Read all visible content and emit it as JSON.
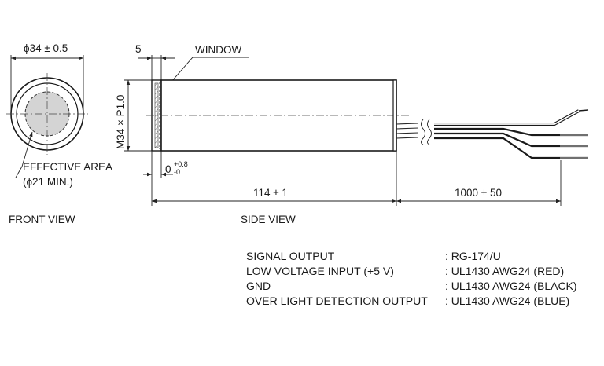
{
  "front_view": {
    "diameter_label": "ϕ34 ± 0.5",
    "effective_area_label": "EFFECTIVE AREA",
    "effective_area_min": "(ϕ21 MIN.)",
    "caption": "FRONT VIEW"
  },
  "side_view": {
    "flange_width": "5",
    "window_label": "WINDOW",
    "thread_label": "M34 × P1.0",
    "tolerance_base": "0",
    "tolerance_upper": "+0.8",
    "tolerance_lower": "-0",
    "length_label": "114 ± 1",
    "cable_length_label": "1000 ± 50",
    "caption": "SIDE VIEW"
  },
  "cable_table": {
    "rows": [
      {
        "signal": "SIGNAL OUTPUT",
        "cable": ": RG-174/U"
      },
      {
        "signal": "LOW VOLTAGE INPUT (+5 V)",
        "cable": ": UL1430 AWG24 (RED)"
      },
      {
        "signal": "GND",
        "cable": ": UL1430 AWG24 (BLACK)"
      },
      {
        "signal": "OVER LIGHT DETECTION OUTPUT",
        "cable": ": UL1430 AWG24 (BLUE)"
      }
    ]
  }
}
